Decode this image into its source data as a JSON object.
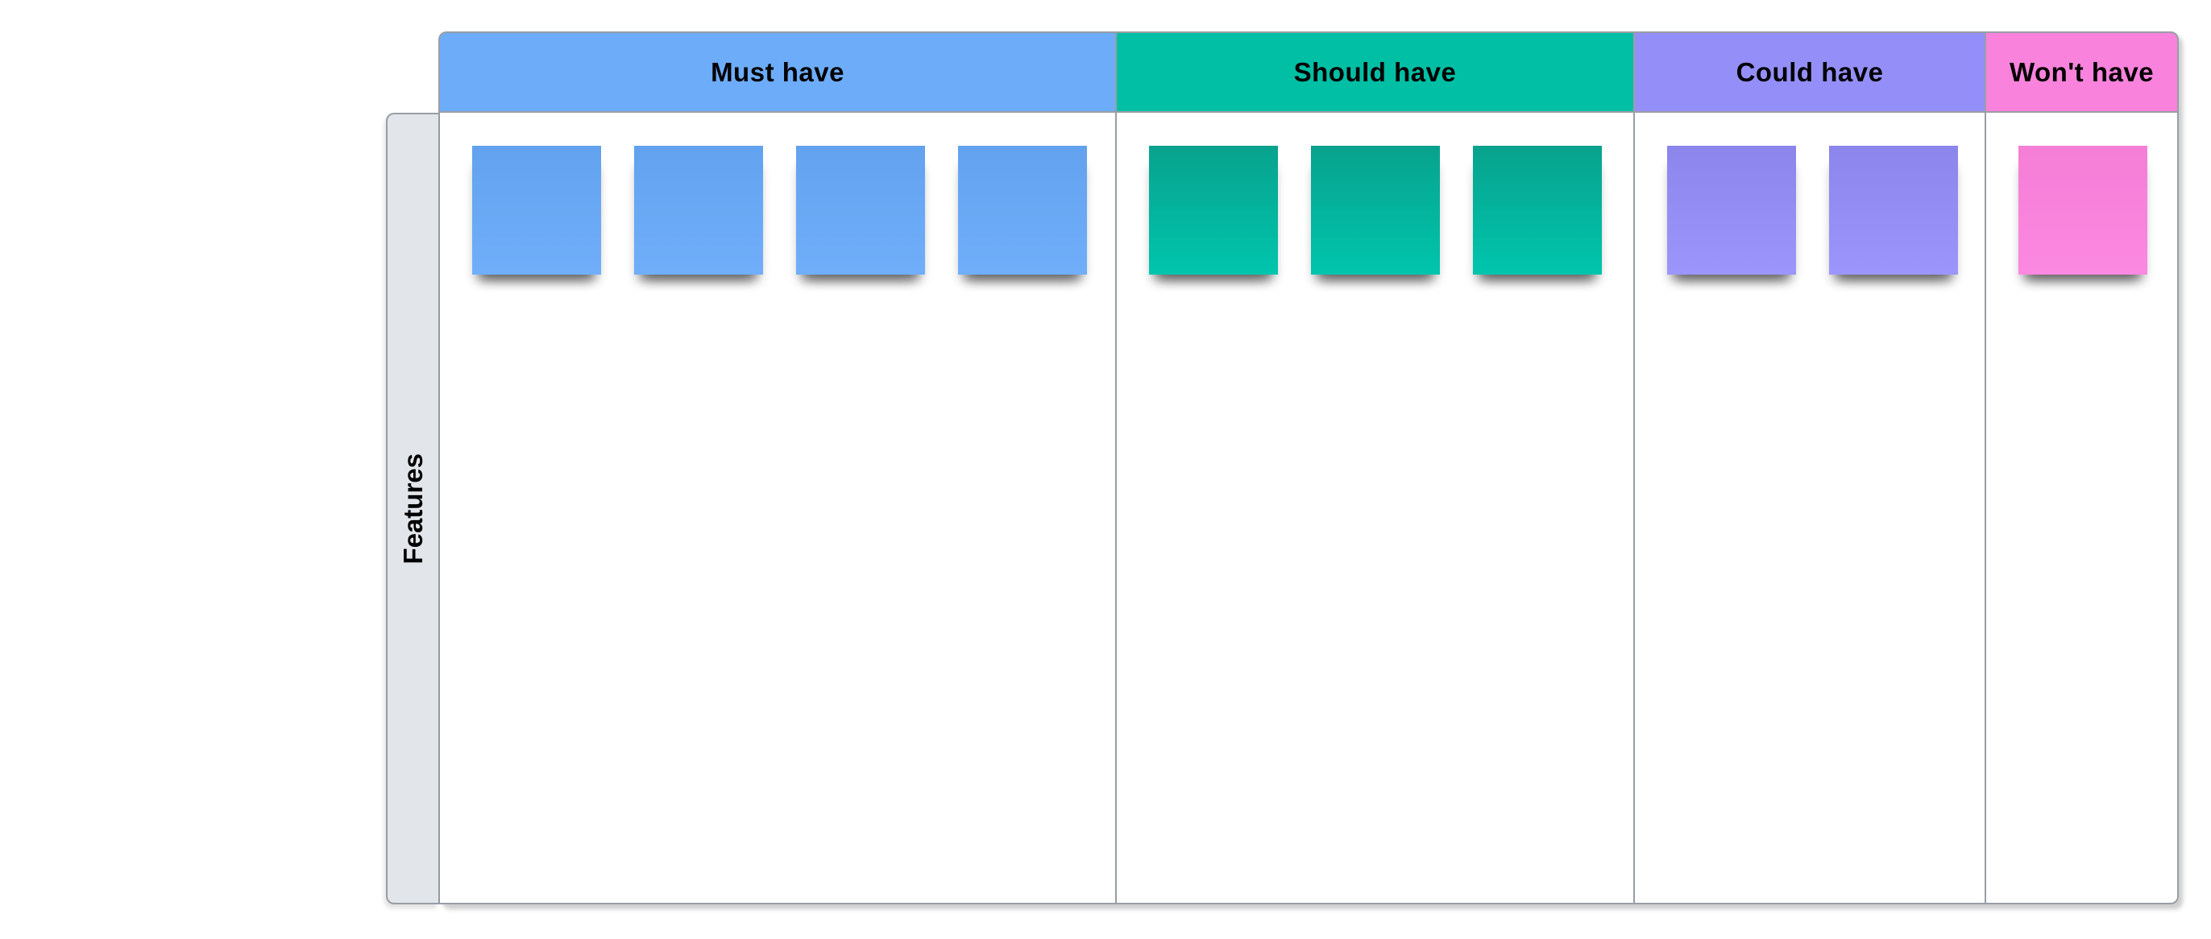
{
  "board": {
    "row_header": {
      "label": "Features"
    },
    "columns": [
      {
        "key": "must-have",
        "label": "Must have",
        "header_color": "#6dacf8",
        "note_color_top": "#62a2ee",
        "note_color_bottom": "#70aefa",
        "note_count": 4
      },
      {
        "key": "should-have",
        "label": "Should have",
        "header_color": "#00bfa5",
        "note_color_top": "#08a28d",
        "note_color_bottom": "#00c5ad",
        "note_count": 3
      },
      {
        "key": "could-have",
        "label": "Could have",
        "header_color": "#948ff8",
        "note_color_top": "#8b85ec",
        "note_color_bottom": "#9c96fc",
        "note_count": 2
      },
      {
        "key": "wont-have",
        "label": "Won't have",
        "header_color": "#f983dc",
        "note_color_top": "#f57ed6",
        "note_color_bottom": "#fb88e1",
        "note_count": 1
      }
    ],
    "colors": {
      "border": "#989ea6",
      "row_header_bg": "#e2e5e9",
      "lane_bg": "#ffffff",
      "text": "#000000"
    }
  }
}
